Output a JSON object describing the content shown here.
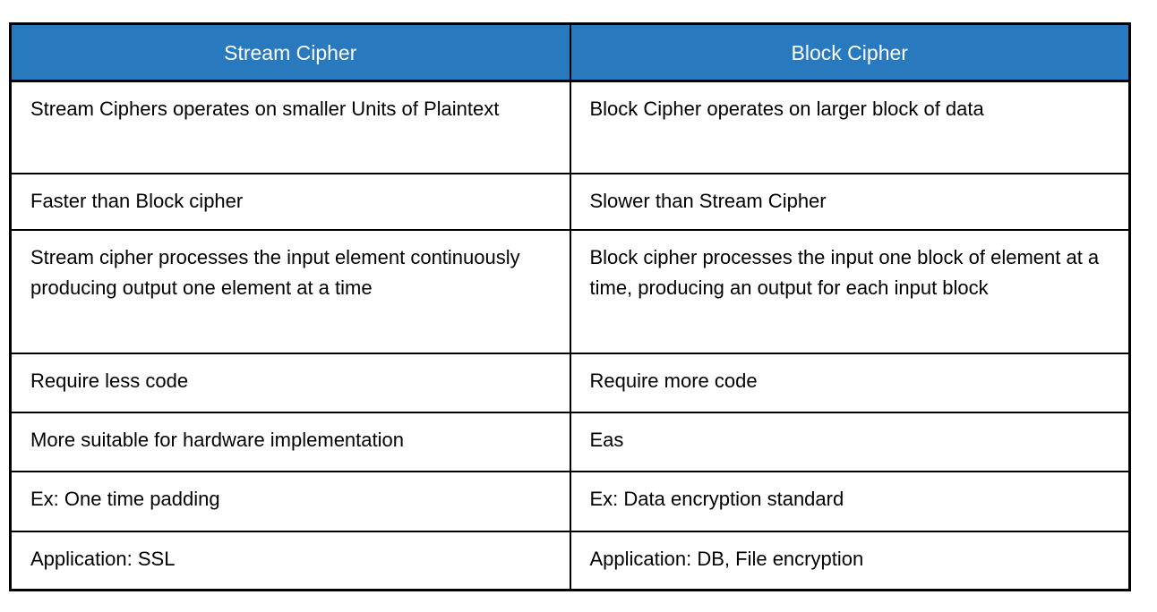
{
  "accent_color": "#2879BD",
  "border_color": "#000000",
  "table": {
    "headers": [
      {
        "label": "Stream Cipher"
      },
      {
        "label": "Block Cipher"
      }
    ],
    "rows": [
      {
        "stream": "Stream Ciphers operates on smaller Units of Plaintext",
        "block": "Block Cipher operates on larger block of data"
      },
      {
        "stream": "Faster than Block cipher",
        "block": "Slower than Stream Cipher"
      },
      {
        "stream": "Stream cipher processes the input element continuously producing output one element at a time",
        "block": "Block cipher processes the input one block of element at a time, producing an output for each input block"
      },
      {
        "stream": "Require less code",
        "block": "Require more code"
      },
      {
        "stream": "More suitable for hardware implementation",
        "block": "Eas"
      },
      {
        "stream": "Ex: One time padding",
        "block": "Ex: Data encryption standard"
      },
      {
        "stream": "Application: SSL",
        "block": "Application: DB, File encryption"
      }
    ]
  }
}
